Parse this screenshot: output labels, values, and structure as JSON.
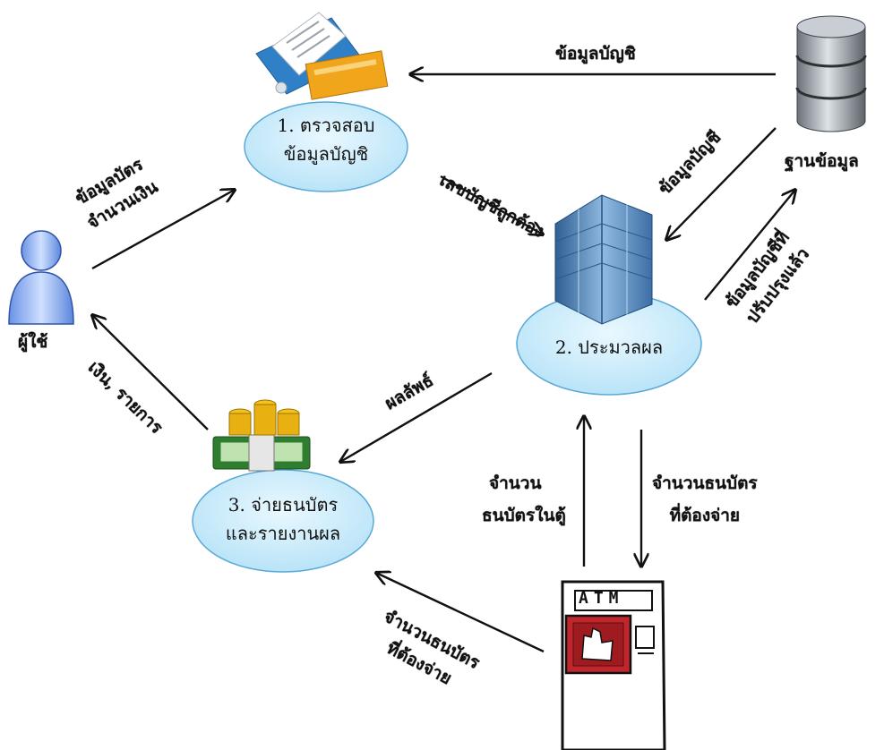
{
  "processes": {
    "p1": {
      "line1": "1. ตรวจสอบ",
      "line2": "ข้อมูลบัญชิ"
    },
    "p2": {
      "line1": "2. ประมวลผล"
    },
    "p3": {
      "line1": "3. จ่ายธนบัตร",
      "line2": "และรายงานผล"
    }
  },
  "entities": {
    "user": "ผู้ใช้",
    "database": "ฐานข้อมูล",
    "atm": "ATM"
  },
  "flows": {
    "db_to_p1": "ข้อมูลบัญชิ",
    "user_to_p1_line1": "ข้อมูลบัตร",
    "user_to_p1_line2": "จำนวนเงิน",
    "p1_to_p2": "เลขบัญชีถูกต้อง",
    "db_to_p2": "ข้อมูลบัญชี",
    "p2_to_db_line1": "ข้อมูลบัญชีที่",
    "p2_to_db_line2": "ปรับปรุงแล้ว",
    "p2_to_p3": "ผลลัพธ์",
    "p3_to_user": "เงิน, รายการ",
    "atm_to_p2_line1": "จำนวน",
    "atm_to_p2_line2": "ธนบัตรในตู้",
    "p2_to_atm_line1": "จำนวนธนบัตร",
    "p2_to_atm_line2": "ที่ต้องจ่าย",
    "atm_to_p3_line1": "จำนวนธนบัตร",
    "atm_to_p3_line2": "ที่ต้องจ่าย"
  },
  "colors": {
    "bubble_fill": "#c9ecfa",
    "bubble_stroke": "#5aa9d6",
    "arrow": "#111111",
    "atm_red": "#c0262c"
  }
}
